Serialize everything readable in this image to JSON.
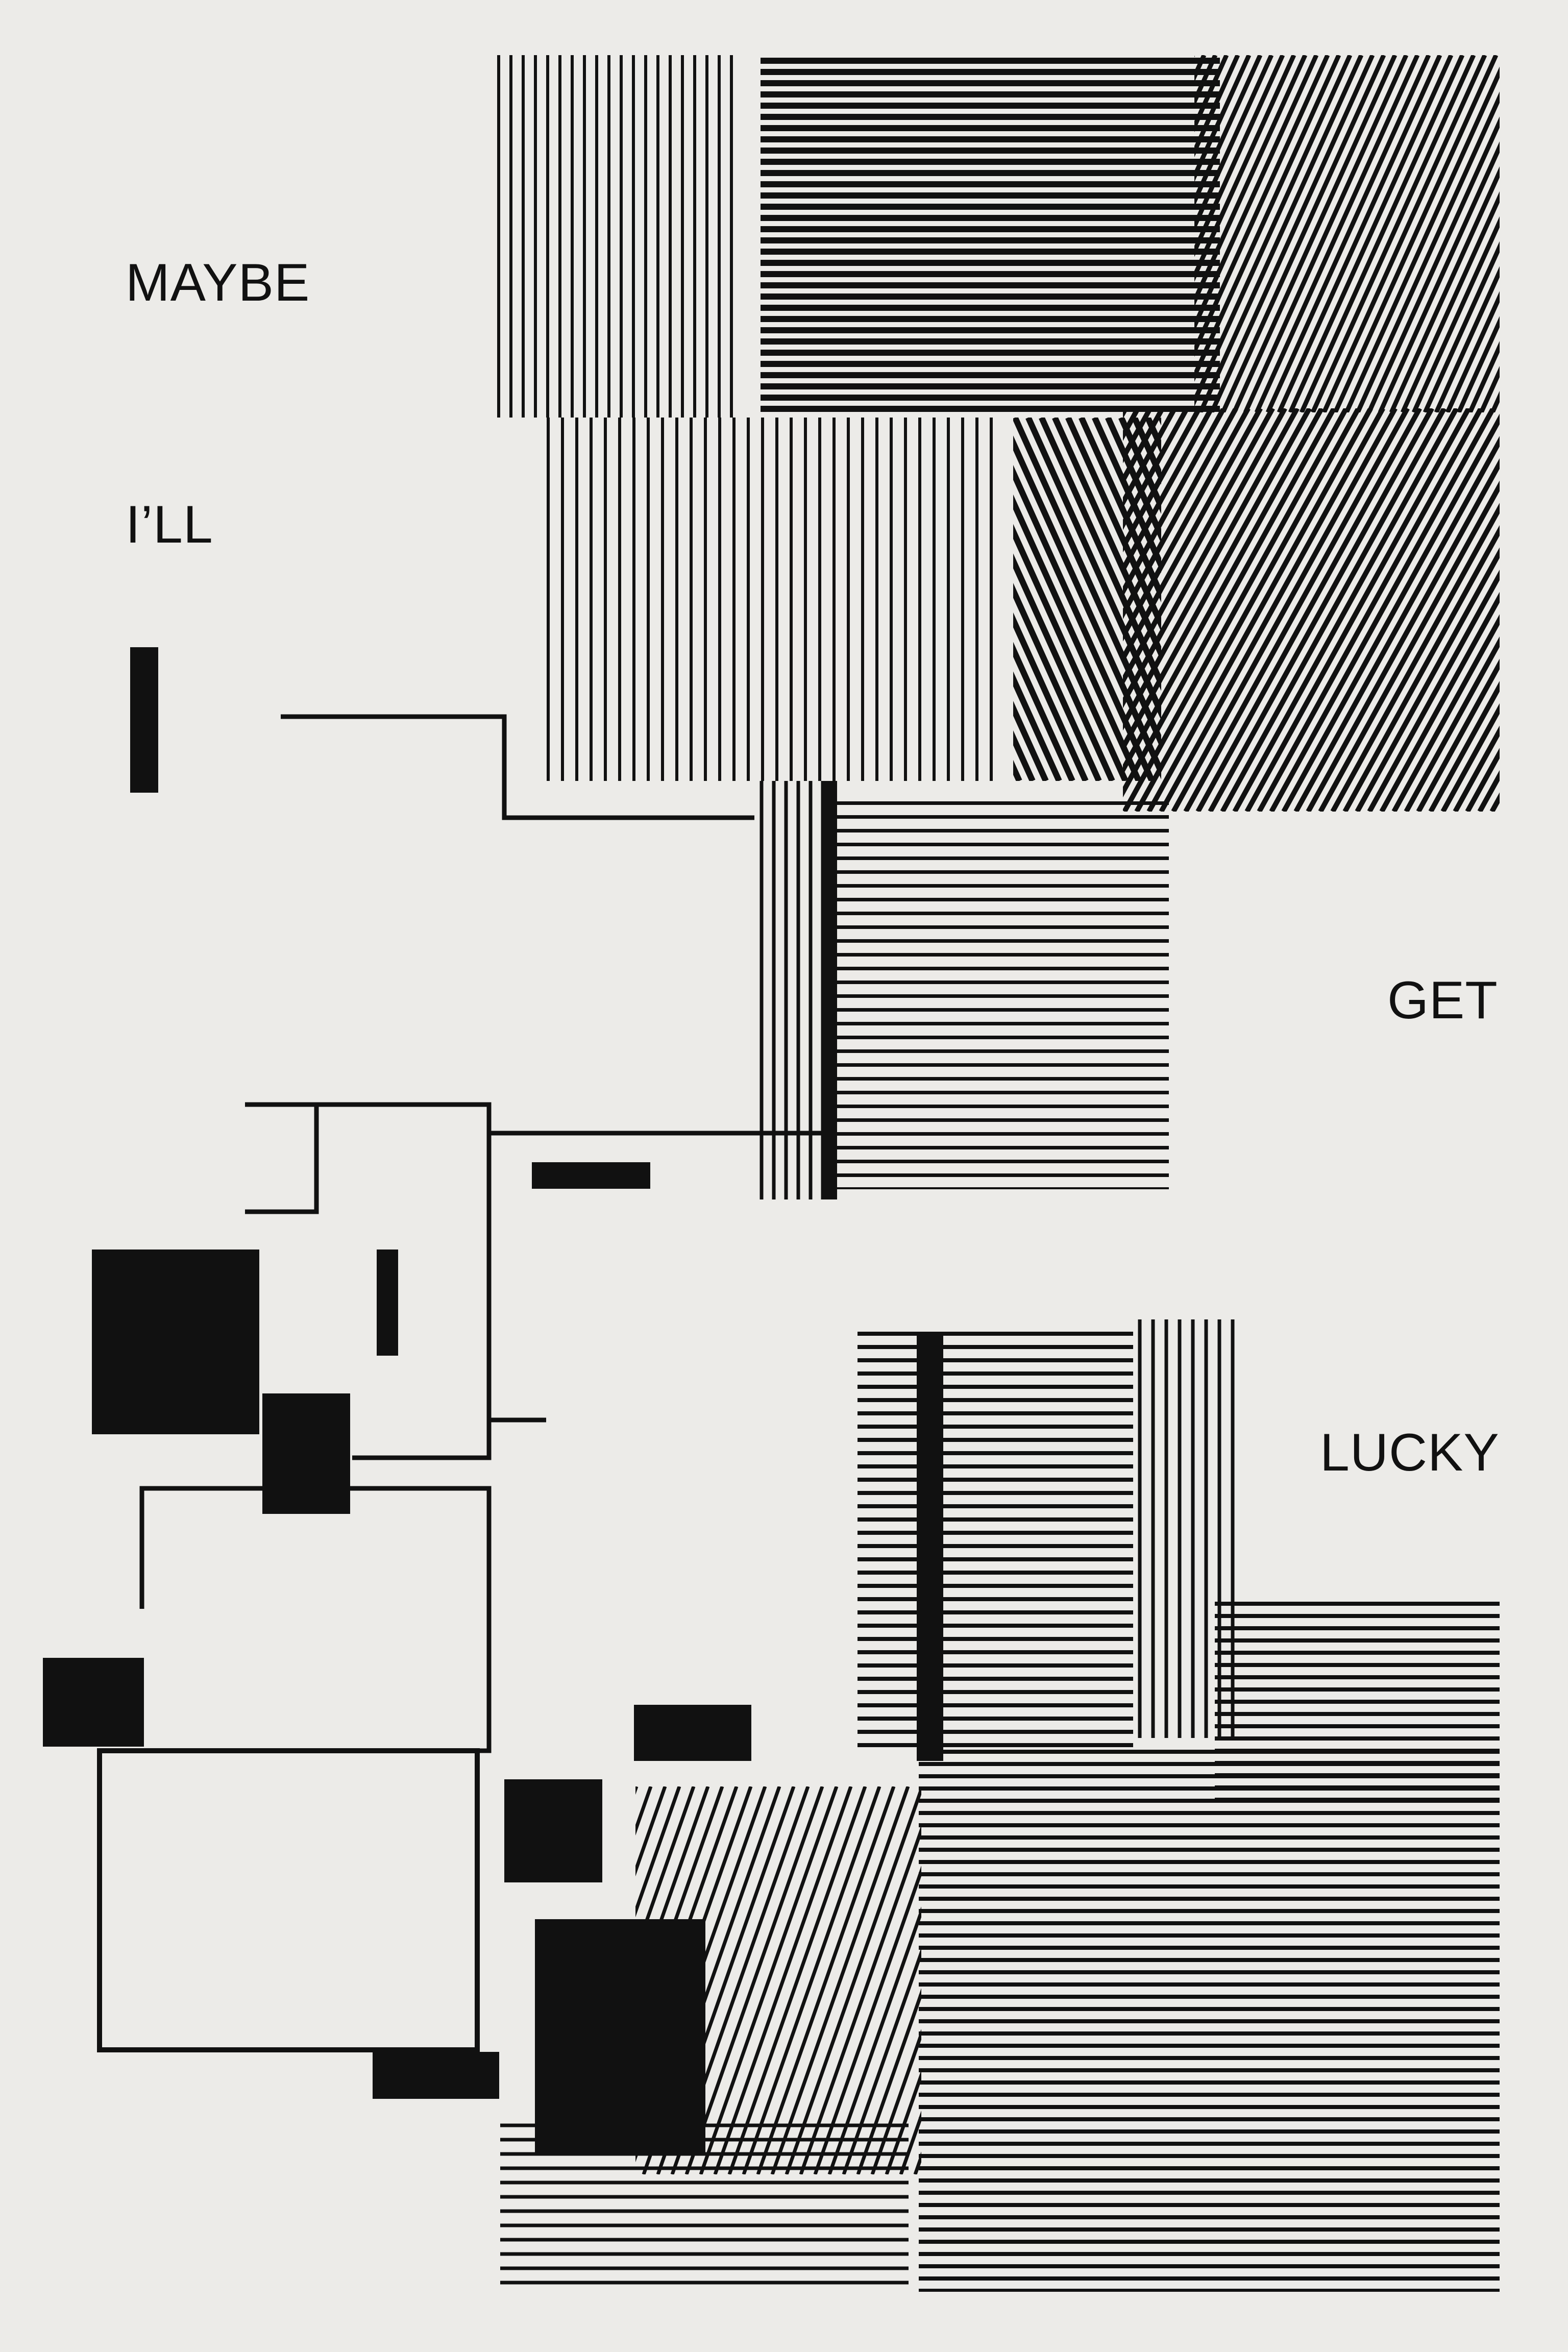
{
  "poster": {
    "words": {
      "maybe": "MAYBE",
      "ill": "I’LL",
      "get": "GET",
      "lucky": "LUCKY"
    },
    "colors": {
      "background": "#ecebe8",
      "ink": "#111111"
    }
  }
}
